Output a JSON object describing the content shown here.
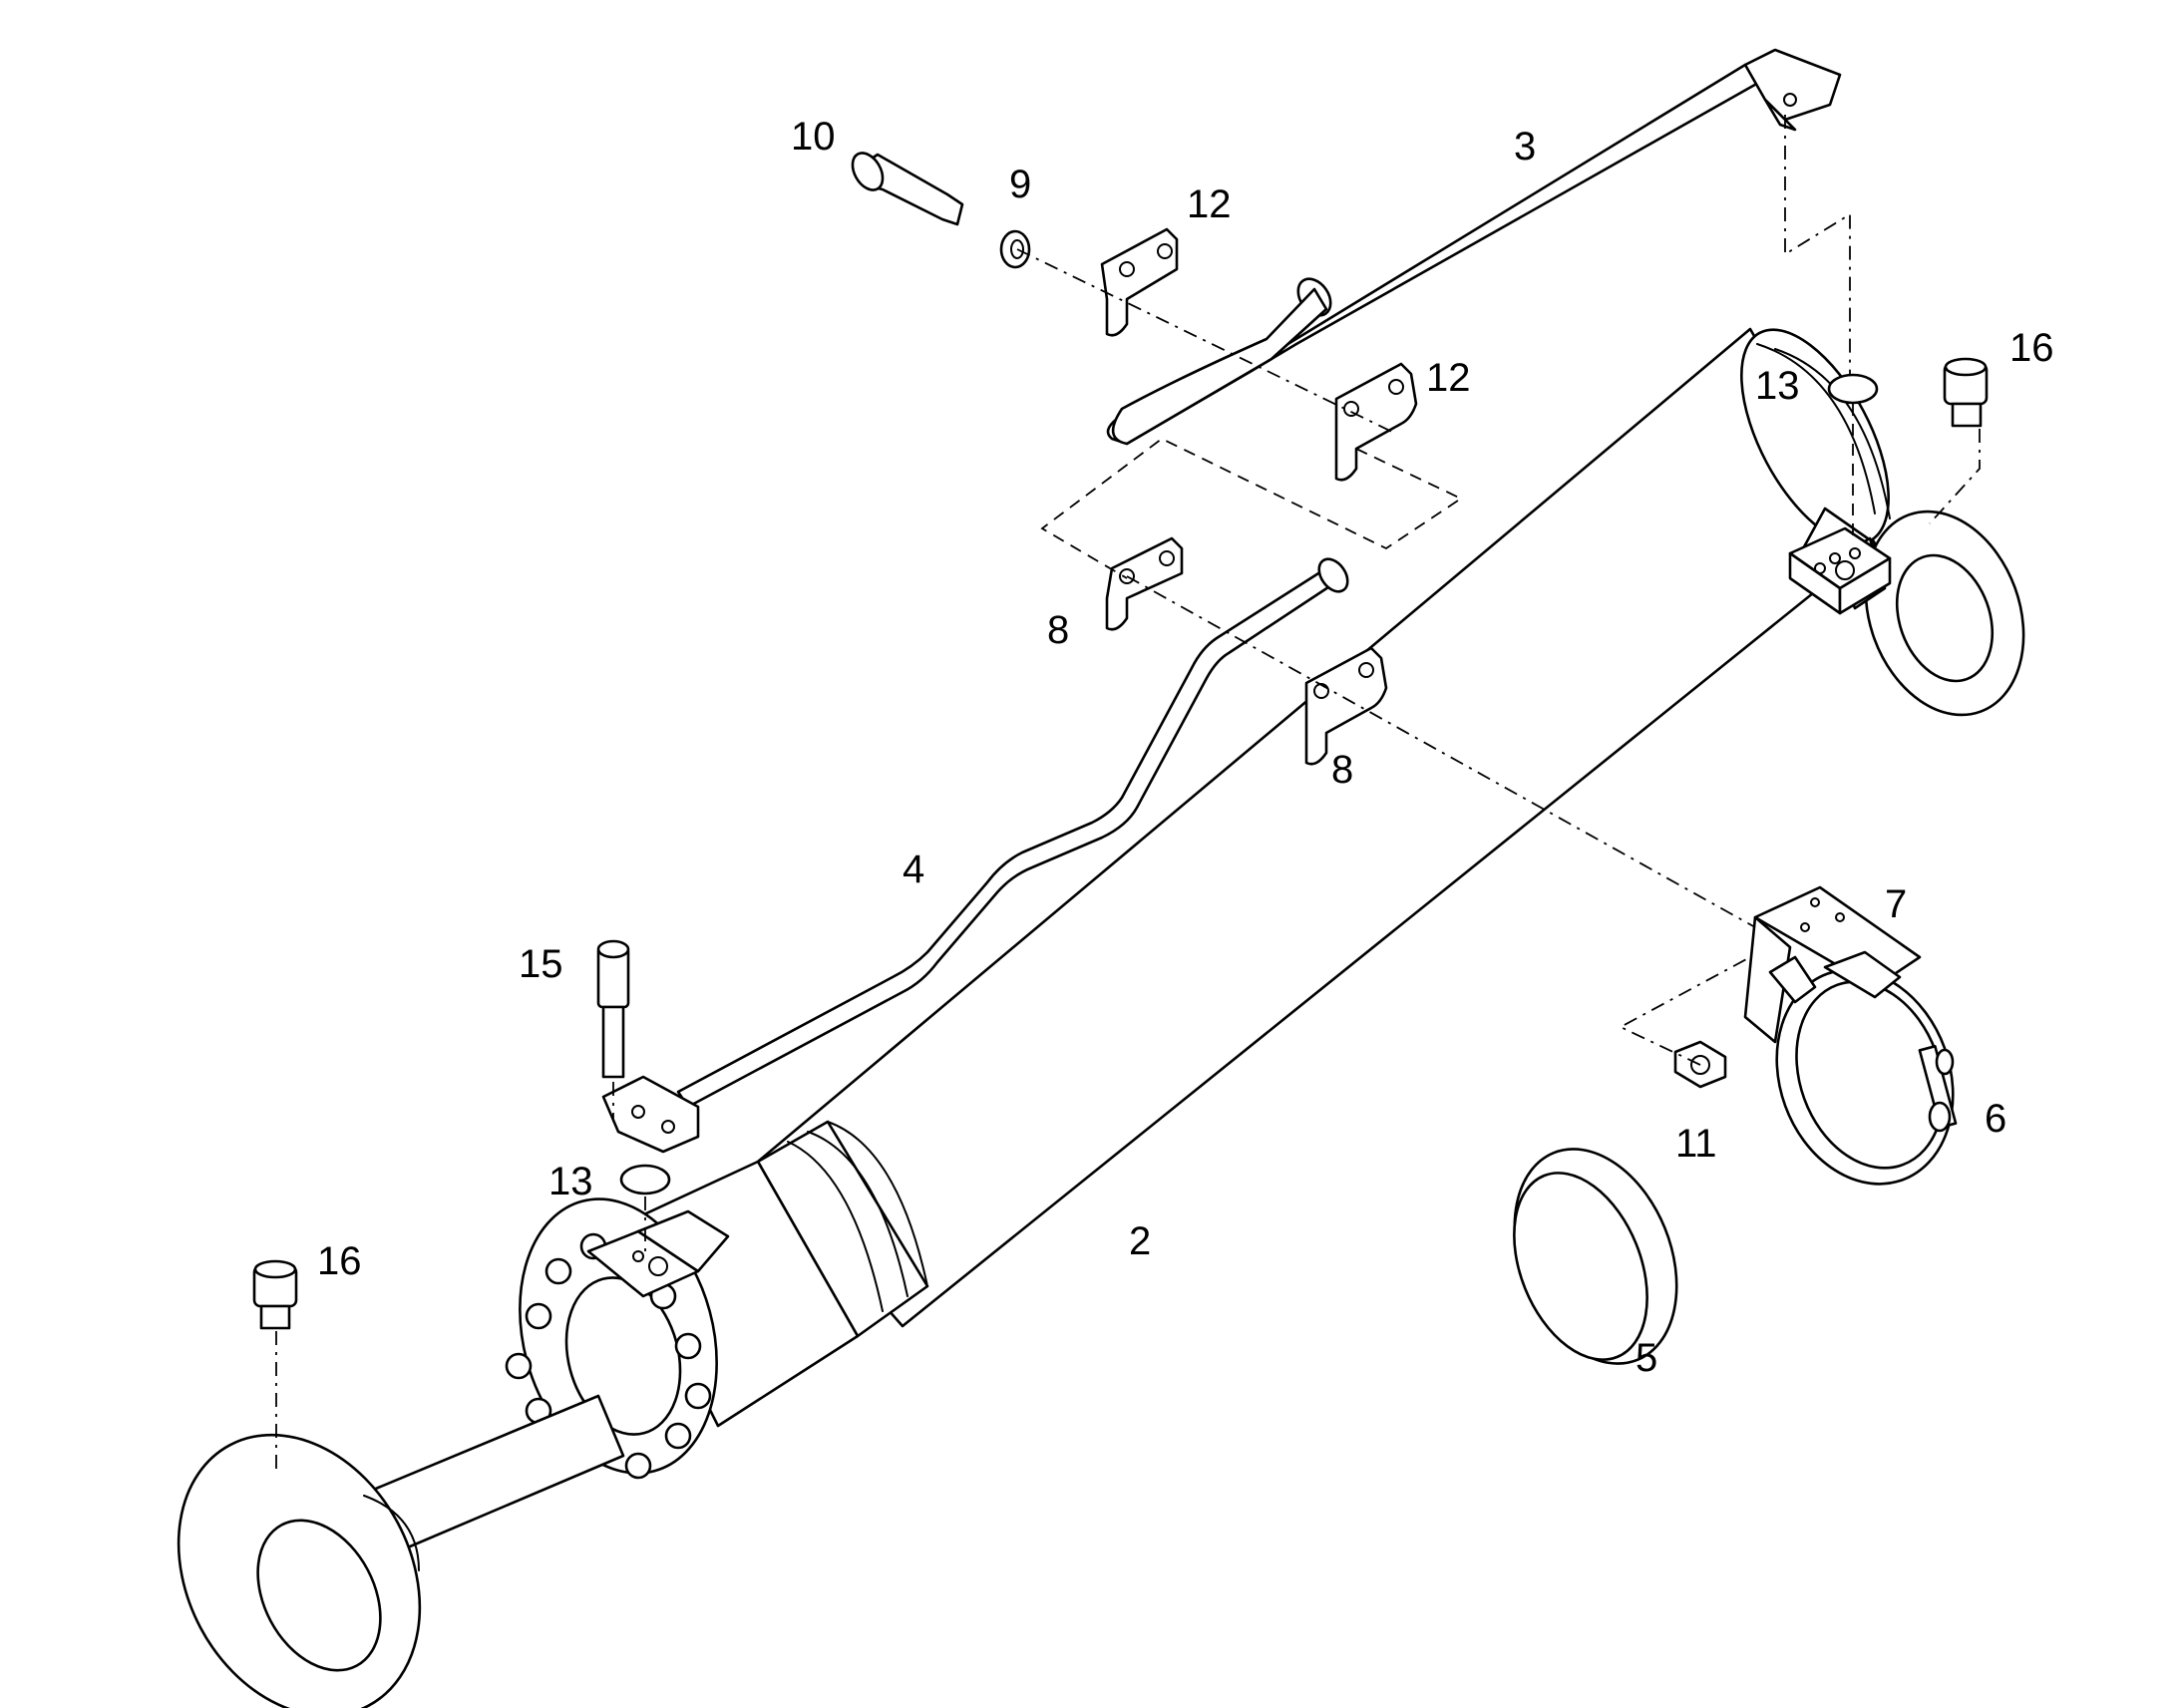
{
  "diagram": {
    "type": "exploded-parts-view",
    "subject": "hydraulic cylinder assembly",
    "callouts": [
      "2",
      "3",
      "4",
      "5",
      "6",
      "7",
      "8",
      "9",
      "10",
      "11",
      "12",
      "13",
      "15",
      "16"
    ],
    "labels": {
      "c2": "2",
      "c3": "3",
      "c4": "4",
      "c5": "5",
      "c6": "6",
      "c7": "7",
      "c8a": "8",
      "c8b": "8",
      "c9": "9",
      "c10": "10",
      "c11": "11",
      "c12a": "12",
      "c12b": "12",
      "c13a": "13",
      "c13b": "13",
      "c15": "15",
      "c16a": "16",
      "c16b": "16"
    }
  }
}
